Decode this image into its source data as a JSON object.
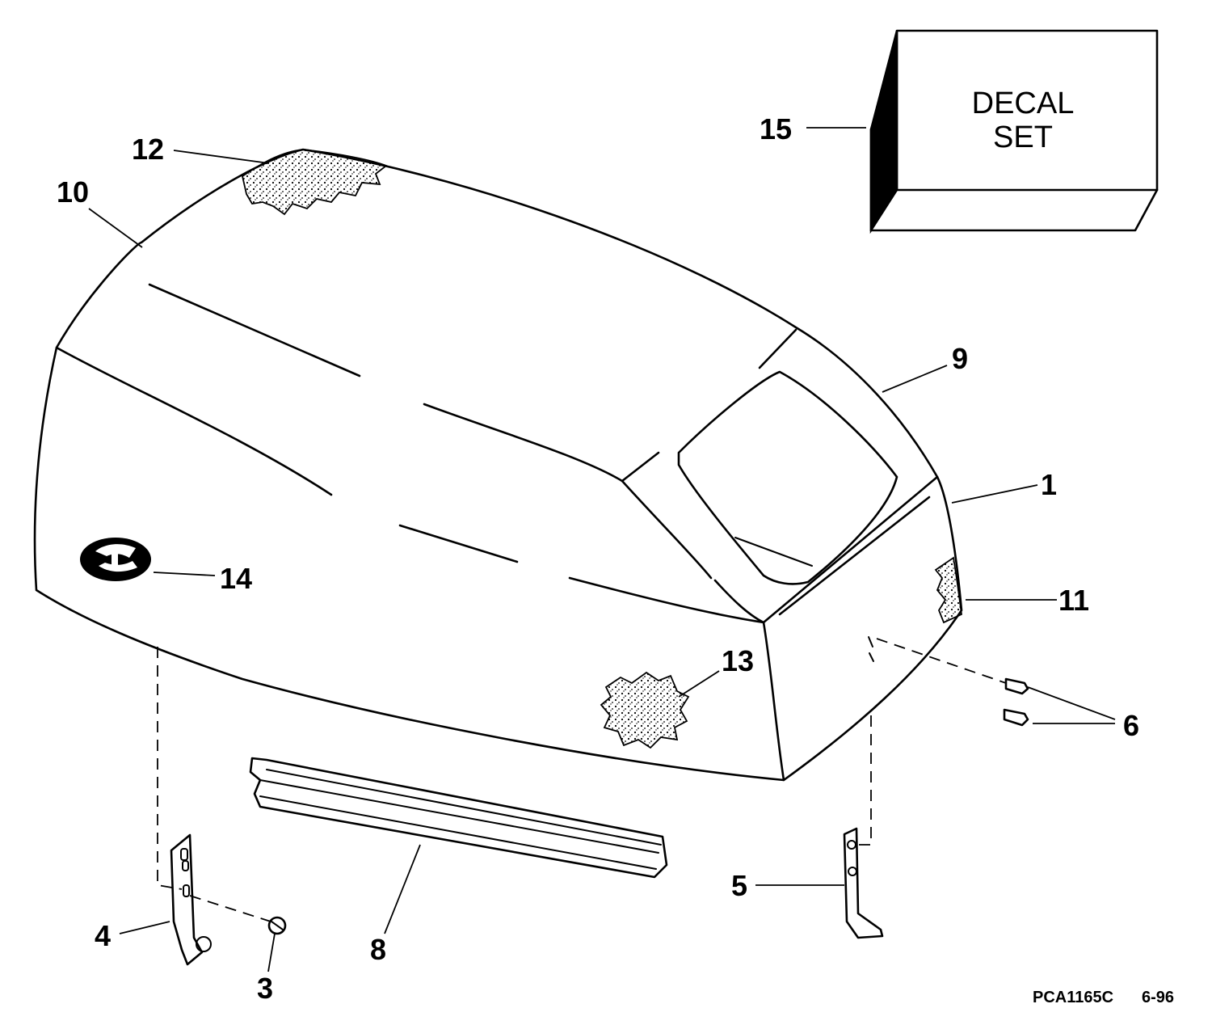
{
  "decal_box": {
    "line1": "DECAL",
    "line2": "SET"
  },
  "callouts": {
    "c1": "1",
    "c3": "3",
    "c4": "4",
    "c5": "5",
    "c6": "6",
    "c8": "8",
    "c9": "9",
    "c10": "10",
    "c11": "11",
    "c12": "12",
    "c13": "13",
    "c14": "14",
    "c15": "15"
  },
  "footer": {
    "code": "PCA1165C",
    "date": "6-96"
  }
}
